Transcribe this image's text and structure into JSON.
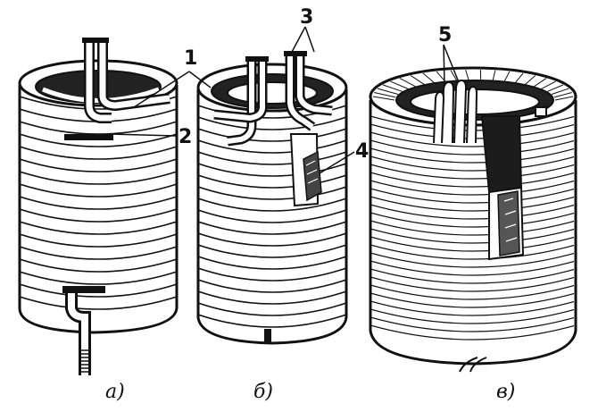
{
  "callouts": [
    "1",
    "2",
    "3",
    "4",
    "5"
  ],
  "panels": [
    {
      "id": "a",
      "caption": "а)"
    },
    {
      "id": "b",
      "caption": "б)"
    },
    {
      "id": "v",
      "caption": "в)"
    }
  ]
}
